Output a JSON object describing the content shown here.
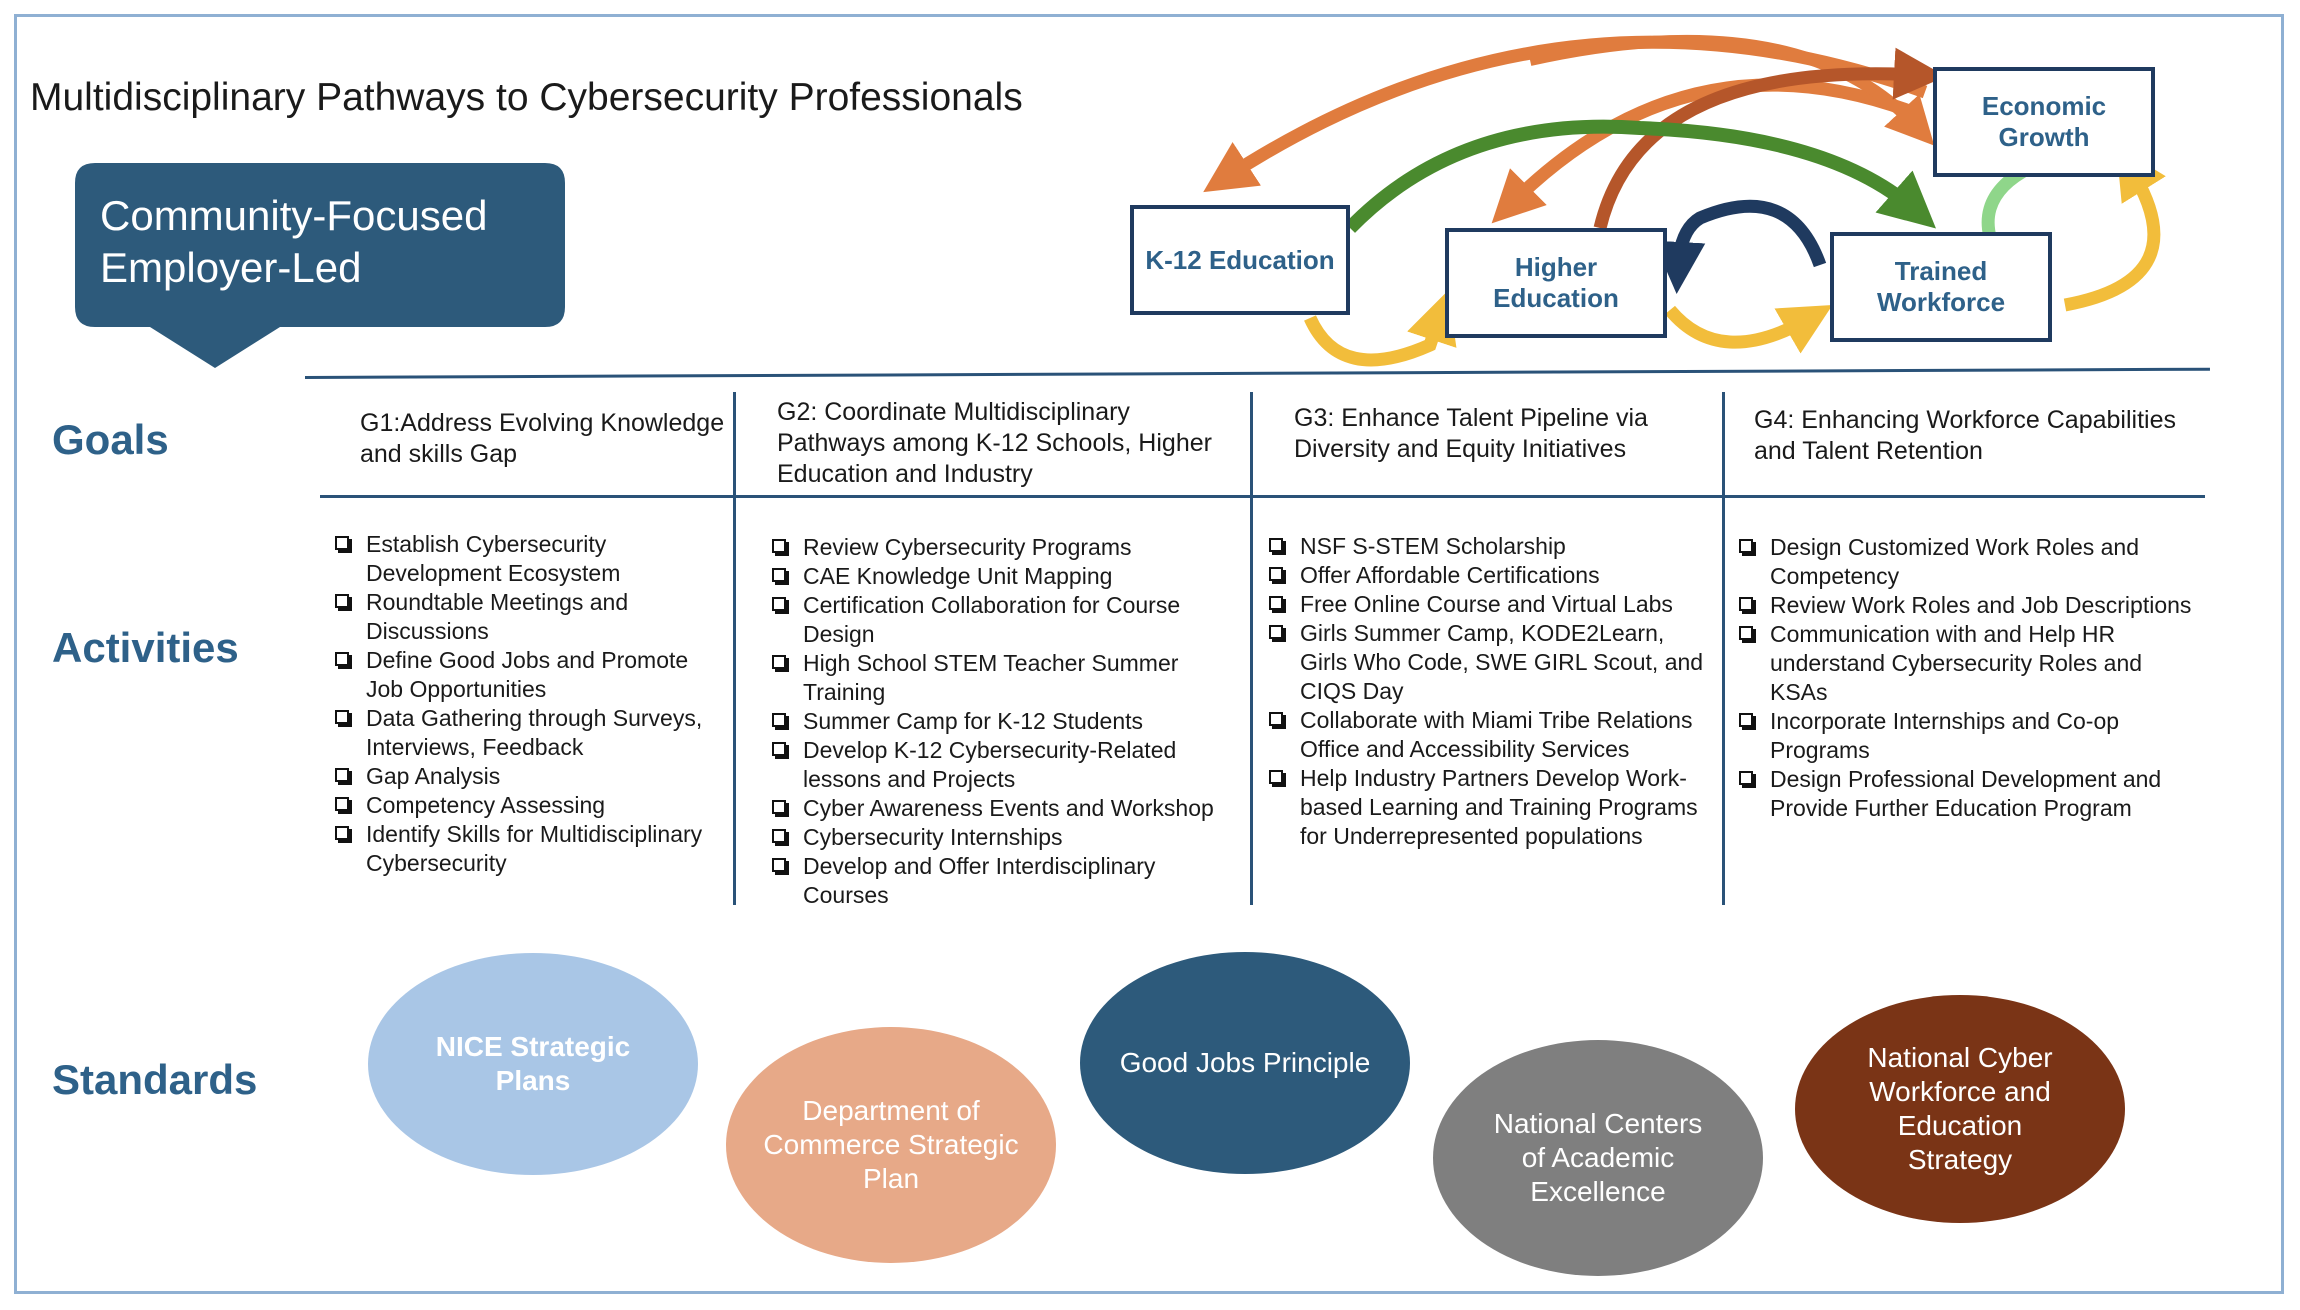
{
  "title": "Multidisciplinary Pathways to Cybersecurity Professionals",
  "callout": {
    "line1": "Community-Focused",
    "line2": "Employer-Led"
  },
  "diagram_nodes": {
    "k12": "K-12 Education",
    "higher": [
      "Higher",
      "Education"
    ],
    "trained": [
      "Trained",
      "Workforce"
    ],
    "economic": [
      "Economic",
      "Growth"
    ]
  },
  "rows": {
    "goals": "Goals",
    "activities": "Activities",
    "standards": "Standards"
  },
  "goals": [
    "G1:Address Evolving Knowledge and skills Gap",
    "G2: Coordinate Multidisciplinary Pathways among K-12 Schools, Higher Education and Industry",
    "G3: Enhance Talent Pipeline via Diversity and Equity Initiatives",
    "G4: Enhancing Workforce Capabilities and Talent Retention"
  ],
  "activities": [
    [
      "Establish Cybersecurity Development Ecosystem",
      "Roundtable Meetings and Discussions",
      "Define Good Jobs and Promote Job Opportunities",
      "Data Gathering through Surveys, Interviews, Feedback",
      "Gap Analysis",
      "Competency Assessing",
      "Identify Skills for Multidisciplinary Cybersecurity"
    ],
    [
      "Review Cybersecurity Programs",
      "CAE Knowledge Unit Mapping",
      "Certification Collaboration for Course Design",
      "High School STEM Teacher Summer Training",
      "Summer Camp for K-12 Students",
      "Develop K-12 Cybersecurity-Related lessons and Projects",
      "Cyber Awareness Events and Workshop",
      "Cybersecurity Internships",
      "Develop and Offer Interdisciplinary Courses"
    ],
    [
      "NSF S-STEM Scholarship",
      "Offer Affordable Certifications",
      "Free Online Course and Virtual Labs",
      "Girls Summer Camp, KODE2Learn, Girls Who Code, SWE GIRL Scout, and CIQS Day",
      "Collaborate with Miami Tribe Relations Office and Accessibility Services",
      "Help Industry Partners Develop Work-based Learning and Training Programs for Underrepresented populations"
    ],
    [
      "Design Customized Work Roles and Competency",
      "Review Work Roles and Job Descriptions",
      "Communication with  and Help HR understand Cybersecurity Roles and KSAs",
      "Incorporate Internships and Co-op Programs",
      "Design Professional Development  and Provide Further Education Program"
    ]
  ],
  "standards": [
    {
      "label": "NICE Strategic Plans",
      "color": "#a9c6e6",
      "text_color": "#ffffff",
      "bold": true
    },
    {
      "label": "Department of Commerce Strategic Plan",
      "color": "#e7a988",
      "text_color": "#ffffff",
      "bold": false
    },
    {
      "label": "Good Jobs Principle",
      "color": "#2d5a7b",
      "text_color": "#ffffff",
      "bold": false
    },
    {
      "label": "National Centers of Academic Excellence",
      "color": "#7f7f7f",
      "text_color": "#ffffff",
      "bold": false
    },
    {
      "label": "National Cyber Workforce and Education Strategy",
      "color": "#7a3416",
      "text_color": "#ffffff",
      "bold": false
    }
  ],
  "colors": {
    "accent": "#2e6189",
    "callout": "#2d5a7b",
    "arrow_orange": "#e07c3e",
    "arrow_brown": "#b5562a",
    "arrow_green": "#4a8a2e",
    "arrow_lightgreen": "#8fd68a",
    "arrow_yellow": "#f2bd3b",
    "arrow_navy": "#1f3a5f"
  }
}
